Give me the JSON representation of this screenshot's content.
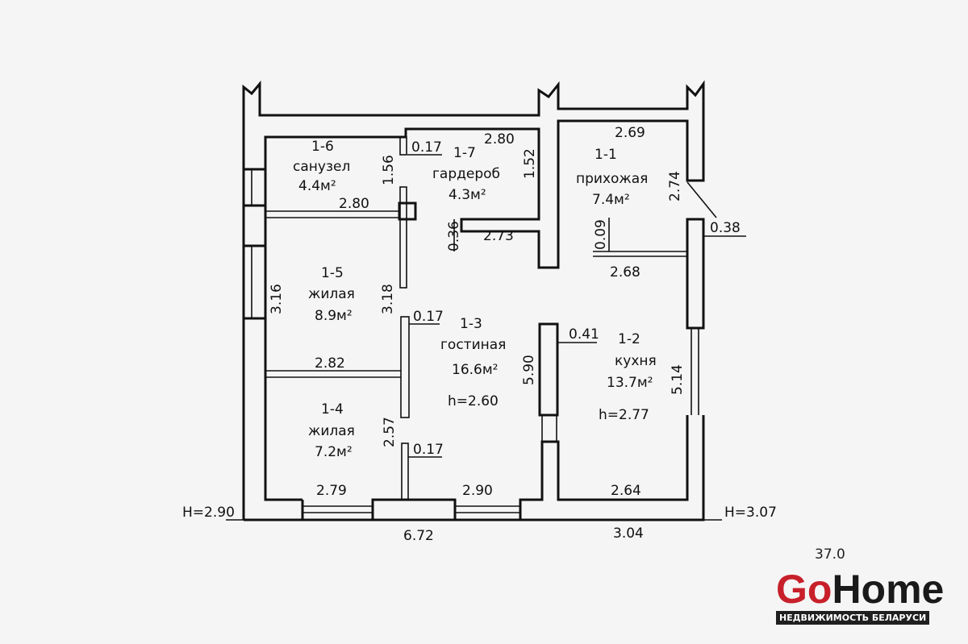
{
  "rooms": [
    {
      "id": "1-1",
      "name": "прихожая",
      "area": "7.4м²"
    },
    {
      "id": "1-2",
      "name": "кухня",
      "area": "13.7м²",
      "height": "h=2.77"
    },
    {
      "id": "1-3",
      "name": "гостиная",
      "area": "16.6м²",
      "height": "h=2.60"
    },
    {
      "id": "1-4",
      "name": "жилая",
      "area": "7.2м²"
    },
    {
      "id": "1-5",
      "name": "жилая",
      "area": "8.9м²"
    },
    {
      "id": "1-6",
      "name": "санузел",
      "area": "4.4м²"
    },
    {
      "id": "1-7",
      "name": "гардероб",
      "area": "4.3м²"
    }
  ],
  "dimensions": {
    "d269": "2.69",
    "d274": "2.74",
    "d038": "0.38",
    "d009": "0.09",
    "d268": "2.68",
    "d280a": "2.80",
    "d280b": "2.80",
    "d017a": "0.17",
    "d156": "1.56",
    "d152": "1.52",
    "d036": "0.36",
    "d273": "2.73",
    "d316": "3.16",
    "d318": "3.18",
    "d017b": "0.17",
    "d041": "0.41",
    "d590": "5.90",
    "d514": "5.14",
    "d282": "2.82",
    "d257": "2.57",
    "d017c": "0.17",
    "d279": "2.79",
    "d290": "2.90",
    "d264": "2.64",
    "d672": "6.72",
    "d304": "3.04",
    "H1": "H=2.90",
    "H2": "H=3.07"
  },
  "summary": {
    "total": "37.0"
  },
  "logo": {
    "go": "Go",
    "home": "Home",
    "tagline": "НЕДВИЖИМОСТЬ БЕЛАРУСИ"
  }
}
